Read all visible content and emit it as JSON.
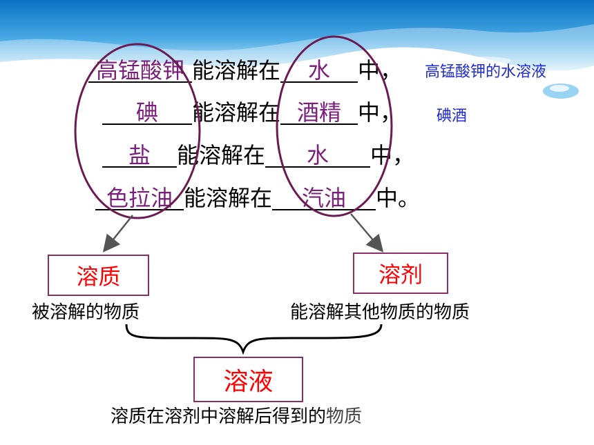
{
  "rows": [
    {
      "solute": "高锰酸钾",
      "mid": "能溶解在",
      "solvent": "水",
      "end": "中，"
    },
    {
      "solute": "碘",
      "mid": "能溶解在",
      "solvent": "酒精",
      "end": "中，"
    },
    {
      "solute": "盐",
      "mid": "能溶解在",
      "solvent": "水",
      "end": "中，"
    },
    {
      "solute": "色拉油",
      "mid": "能溶解在",
      "solvent": "汽油",
      "end": "中。"
    }
  ],
  "notes": {
    "row1": "高锰酸钾的水溶液",
    "row2": "碘酒"
  },
  "boxes": {
    "solute": "溶质",
    "solvent": "溶剂",
    "solution": "溶液"
  },
  "captions": {
    "solute": "被溶解的物质",
    "solvent": "能溶解其他物质的物质",
    "solution_main": "溶质在溶剂中溶解后得到的",
    "solution_tail": "物质"
  },
  "colors": {
    "answer": "#7a1f7a",
    "box_text": "#ff0000",
    "note": "#1d2ad6",
    "ellipse": "#6b1a52"
  }
}
